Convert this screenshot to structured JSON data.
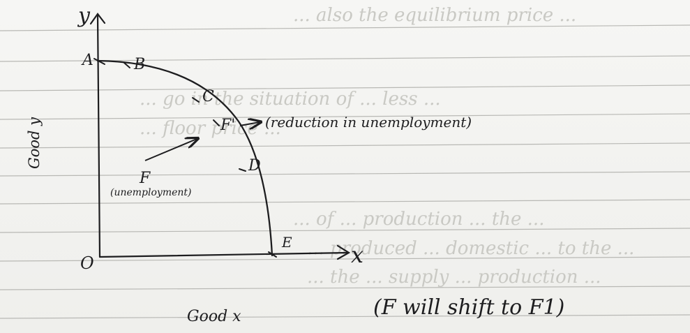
{
  "axes": {
    "y_label": "y",
    "x_label": "x",
    "origin_label": "O",
    "y_caption": "Good y",
    "x_caption": "Good x"
  },
  "curve_points": {
    "A": "A",
    "B": "B",
    "C": "C",
    "F_prime": "F'",
    "D": "D",
    "E": "E"
  },
  "inside_point": {
    "label": "F",
    "note": "(unemployment)"
  },
  "arrow_note": "(reduction in unemployment)",
  "conclusion": "(F will shift to F1)",
  "bleed_through": [
    "... also the equilibrium price ...",
    "... go in the situation of ... less ...",
    "... floor price ...",
    "... of ... production ... the ...",
    "... produced ... domestic ... to the ...",
    "... the ... supply ... production ..."
  ],
  "colors": {
    "paper": "#f3f3f1",
    "rule": "#b8b8b4",
    "ink": "#1d1d1f",
    "ghost_ink": "#c9c9c4"
  }
}
